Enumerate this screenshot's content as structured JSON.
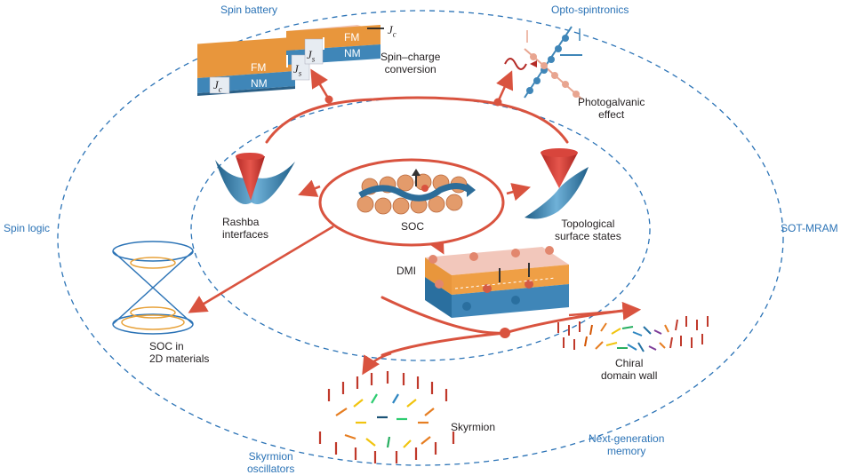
{
  "outer_labels": {
    "spin_battery": "Spin battery",
    "opto_spintronics": "Opto-spintronics",
    "spin_logic": "Spin logic",
    "sot_mram": "SOT-MRAM",
    "skyrmion_oscillators": "Skyrmion\noscillators",
    "next_generation_memory": "Next-generation\nmemory"
  },
  "inner_labels": {
    "spin_charge_conversion": "Spin–charge\nconversion",
    "photogalvanic_effect": "Photogalvanic\neffect",
    "rashba_interfaces": "Rashba\ninterfaces",
    "soc": "SOC",
    "topological_surface_states": "Topological\nsurface states",
    "dmi": "DMI",
    "soc_2d_materials": "SOC in\n2D materials",
    "chiral_domain_wall": "Chiral\ndomain wall",
    "skyrmion": "Skyrmion"
  },
  "layer_labels": {
    "fm": "FM",
    "nm": "NM"
  },
  "current_labels": {
    "jc": "J",
    "jc_sub": "c",
    "js": "J",
    "js_sub": "s"
  },
  "colors": {
    "dashed_blue": "#2b73b6",
    "red_line": "#d9533f",
    "fm_orange": "#e8963c",
    "nm_blue": "#3f86b8",
    "pink_top": "#f2c7bb"
  }
}
